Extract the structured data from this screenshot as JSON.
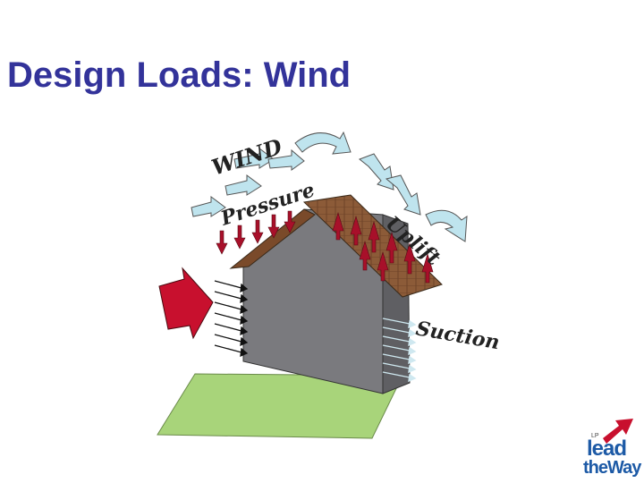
{
  "title": "Design Loads: Wind",
  "labels": {
    "wind": "WIND",
    "pressure": "Pressure",
    "uplift": "Uplift",
    "suction": "Suction"
  },
  "logo": {
    "top_text": "lead",
    "bottom_text": "theWay",
    "brand": "LP"
  },
  "colors": {
    "title": "#33339a",
    "wall": "#7a7a7e",
    "roof": "#8a5a3a",
    "ground": "#a8d47a",
    "wind_arrow": "#bfe4ee",
    "pressure_arrow": "#a8102a"
  }
}
